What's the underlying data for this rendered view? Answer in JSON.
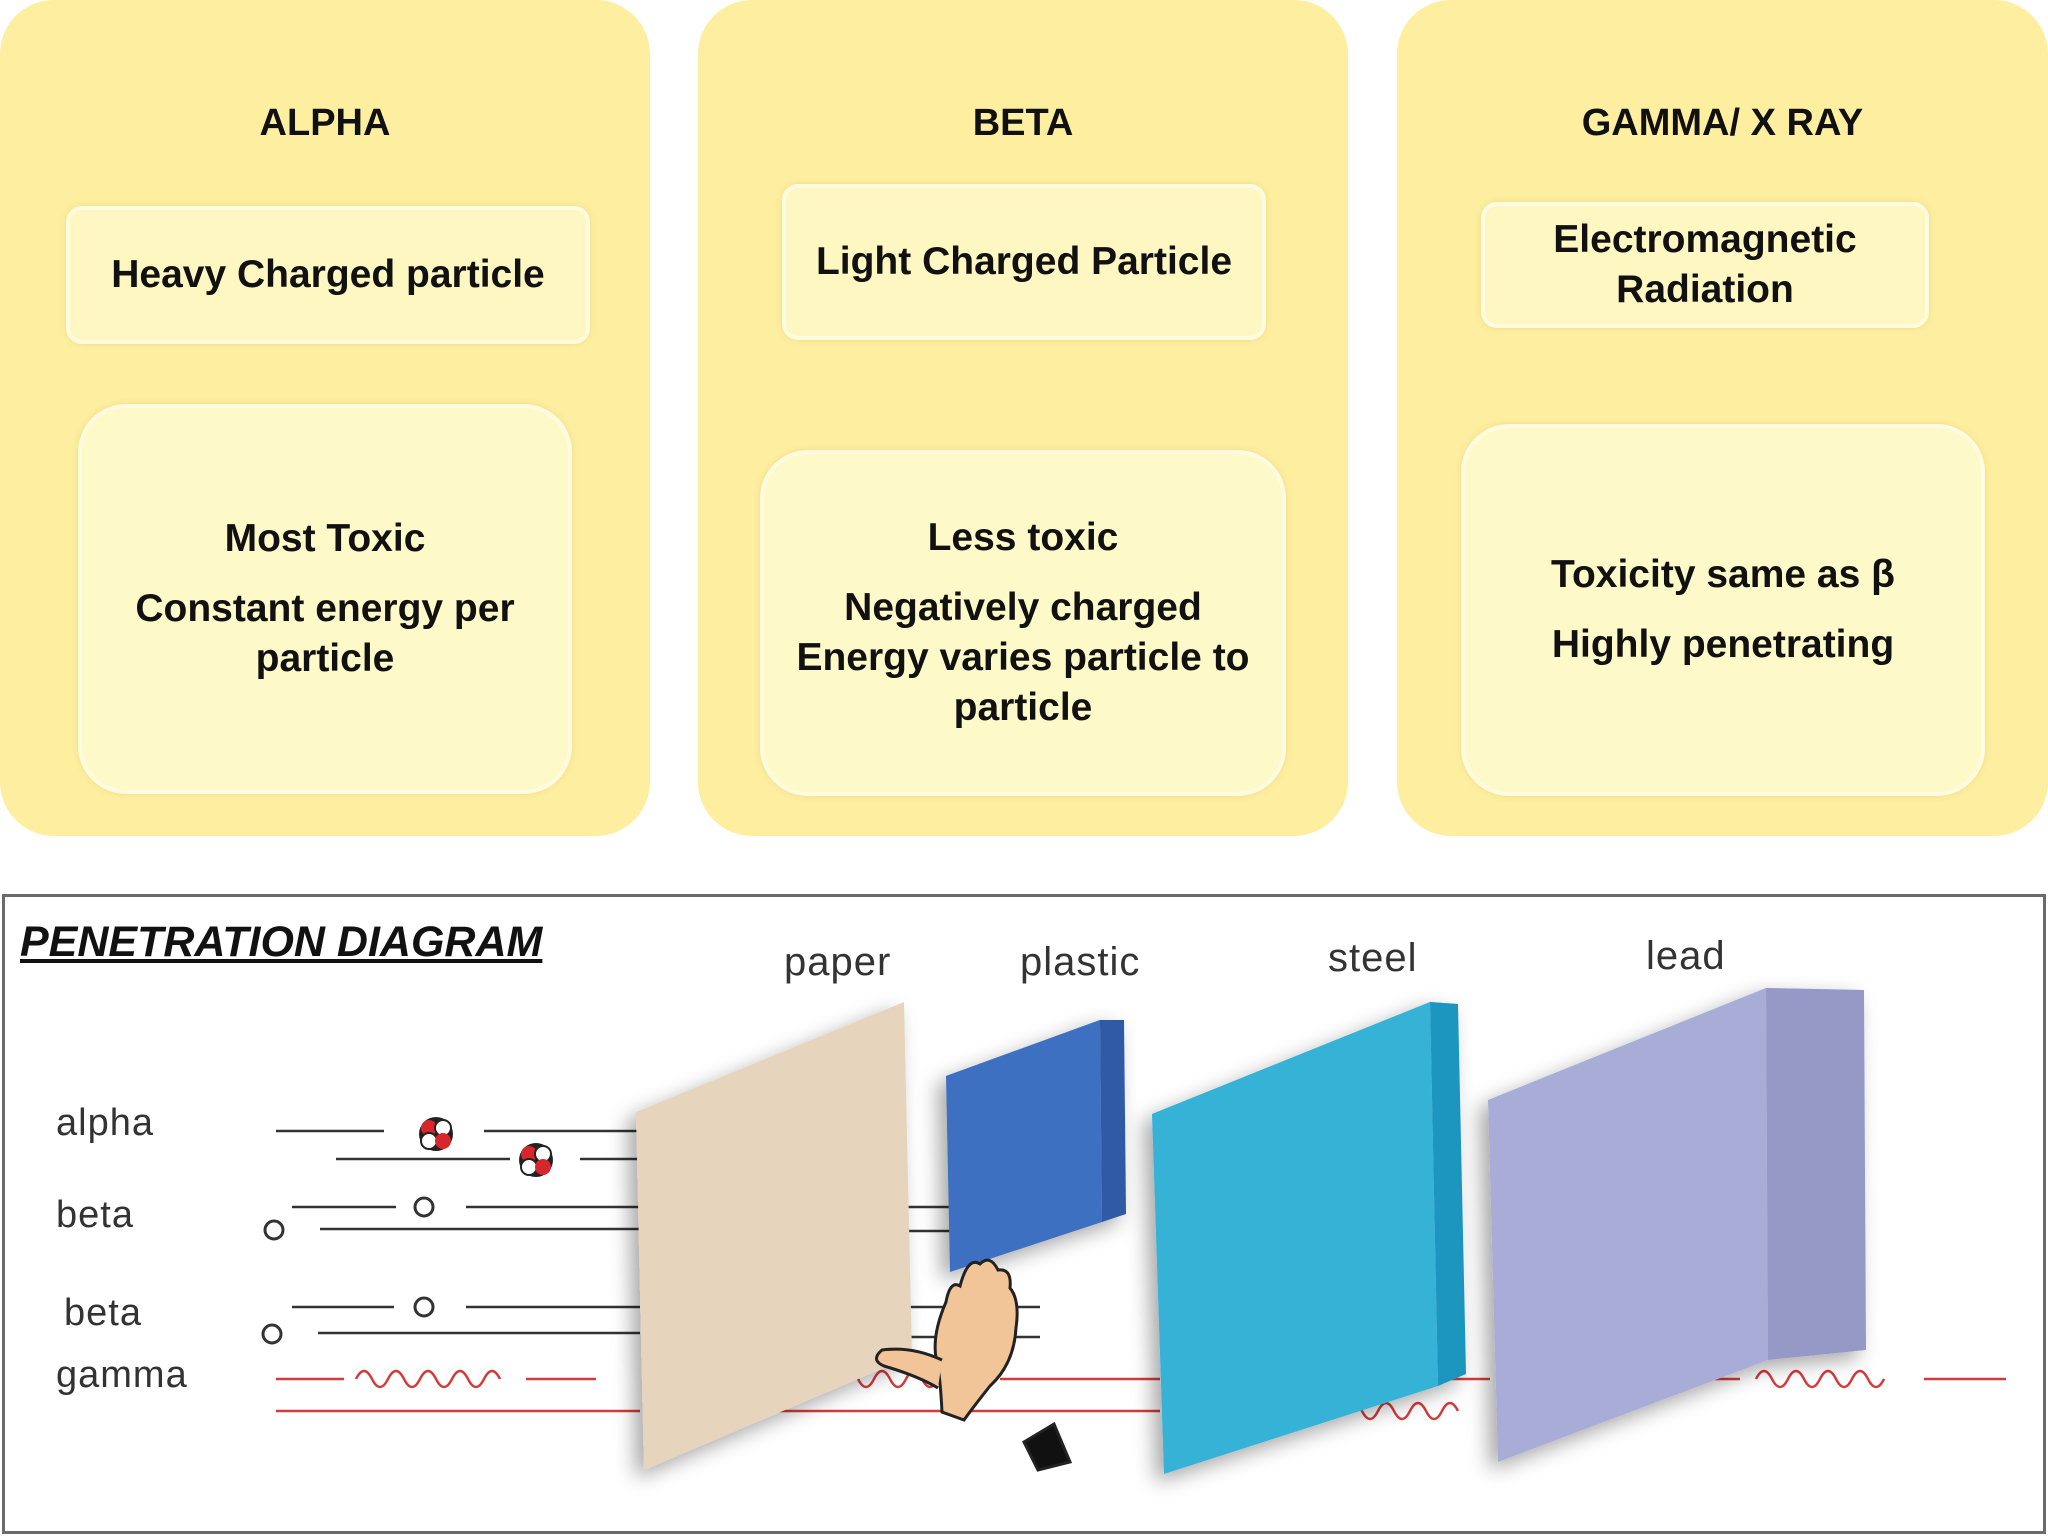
{
  "panels": [
    {
      "title": "ALPHA",
      "box1": "Heavy Charged particle",
      "box2": [
        "Most Toxic",
        "Constant energy per",
        "particle"
      ]
    },
    {
      "title": "BETA",
      "box1": "Light Charged Particle",
      "box2": [
        "Less toxic",
        "Negatively charged",
        "Energy varies particle to",
        "particle"
      ]
    },
    {
      "title": "GAMMA/ X RAY",
      "box1": [
        "Electromagnetic",
        "Radiation"
      ],
      "box2": [
        "Toxicity same as β",
        "Highly penetrating"
      ]
    }
  ],
  "diagram": {
    "title": "PENETRATION DIAGRAM",
    "materials": [
      "paper",
      "plastic",
      "steel",
      "lead"
    ],
    "rays": [
      "alpha",
      "beta",
      "beta",
      "gamma"
    ],
    "colors": {
      "panel": "#fdeea0",
      "paper": "#e6d4bd",
      "plastic": "#3d6fc0",
      "steel": "#35b2d6",
      "lead": "#a9acd6",
      "gamma": "#d33b3b"
    }
  }
}
